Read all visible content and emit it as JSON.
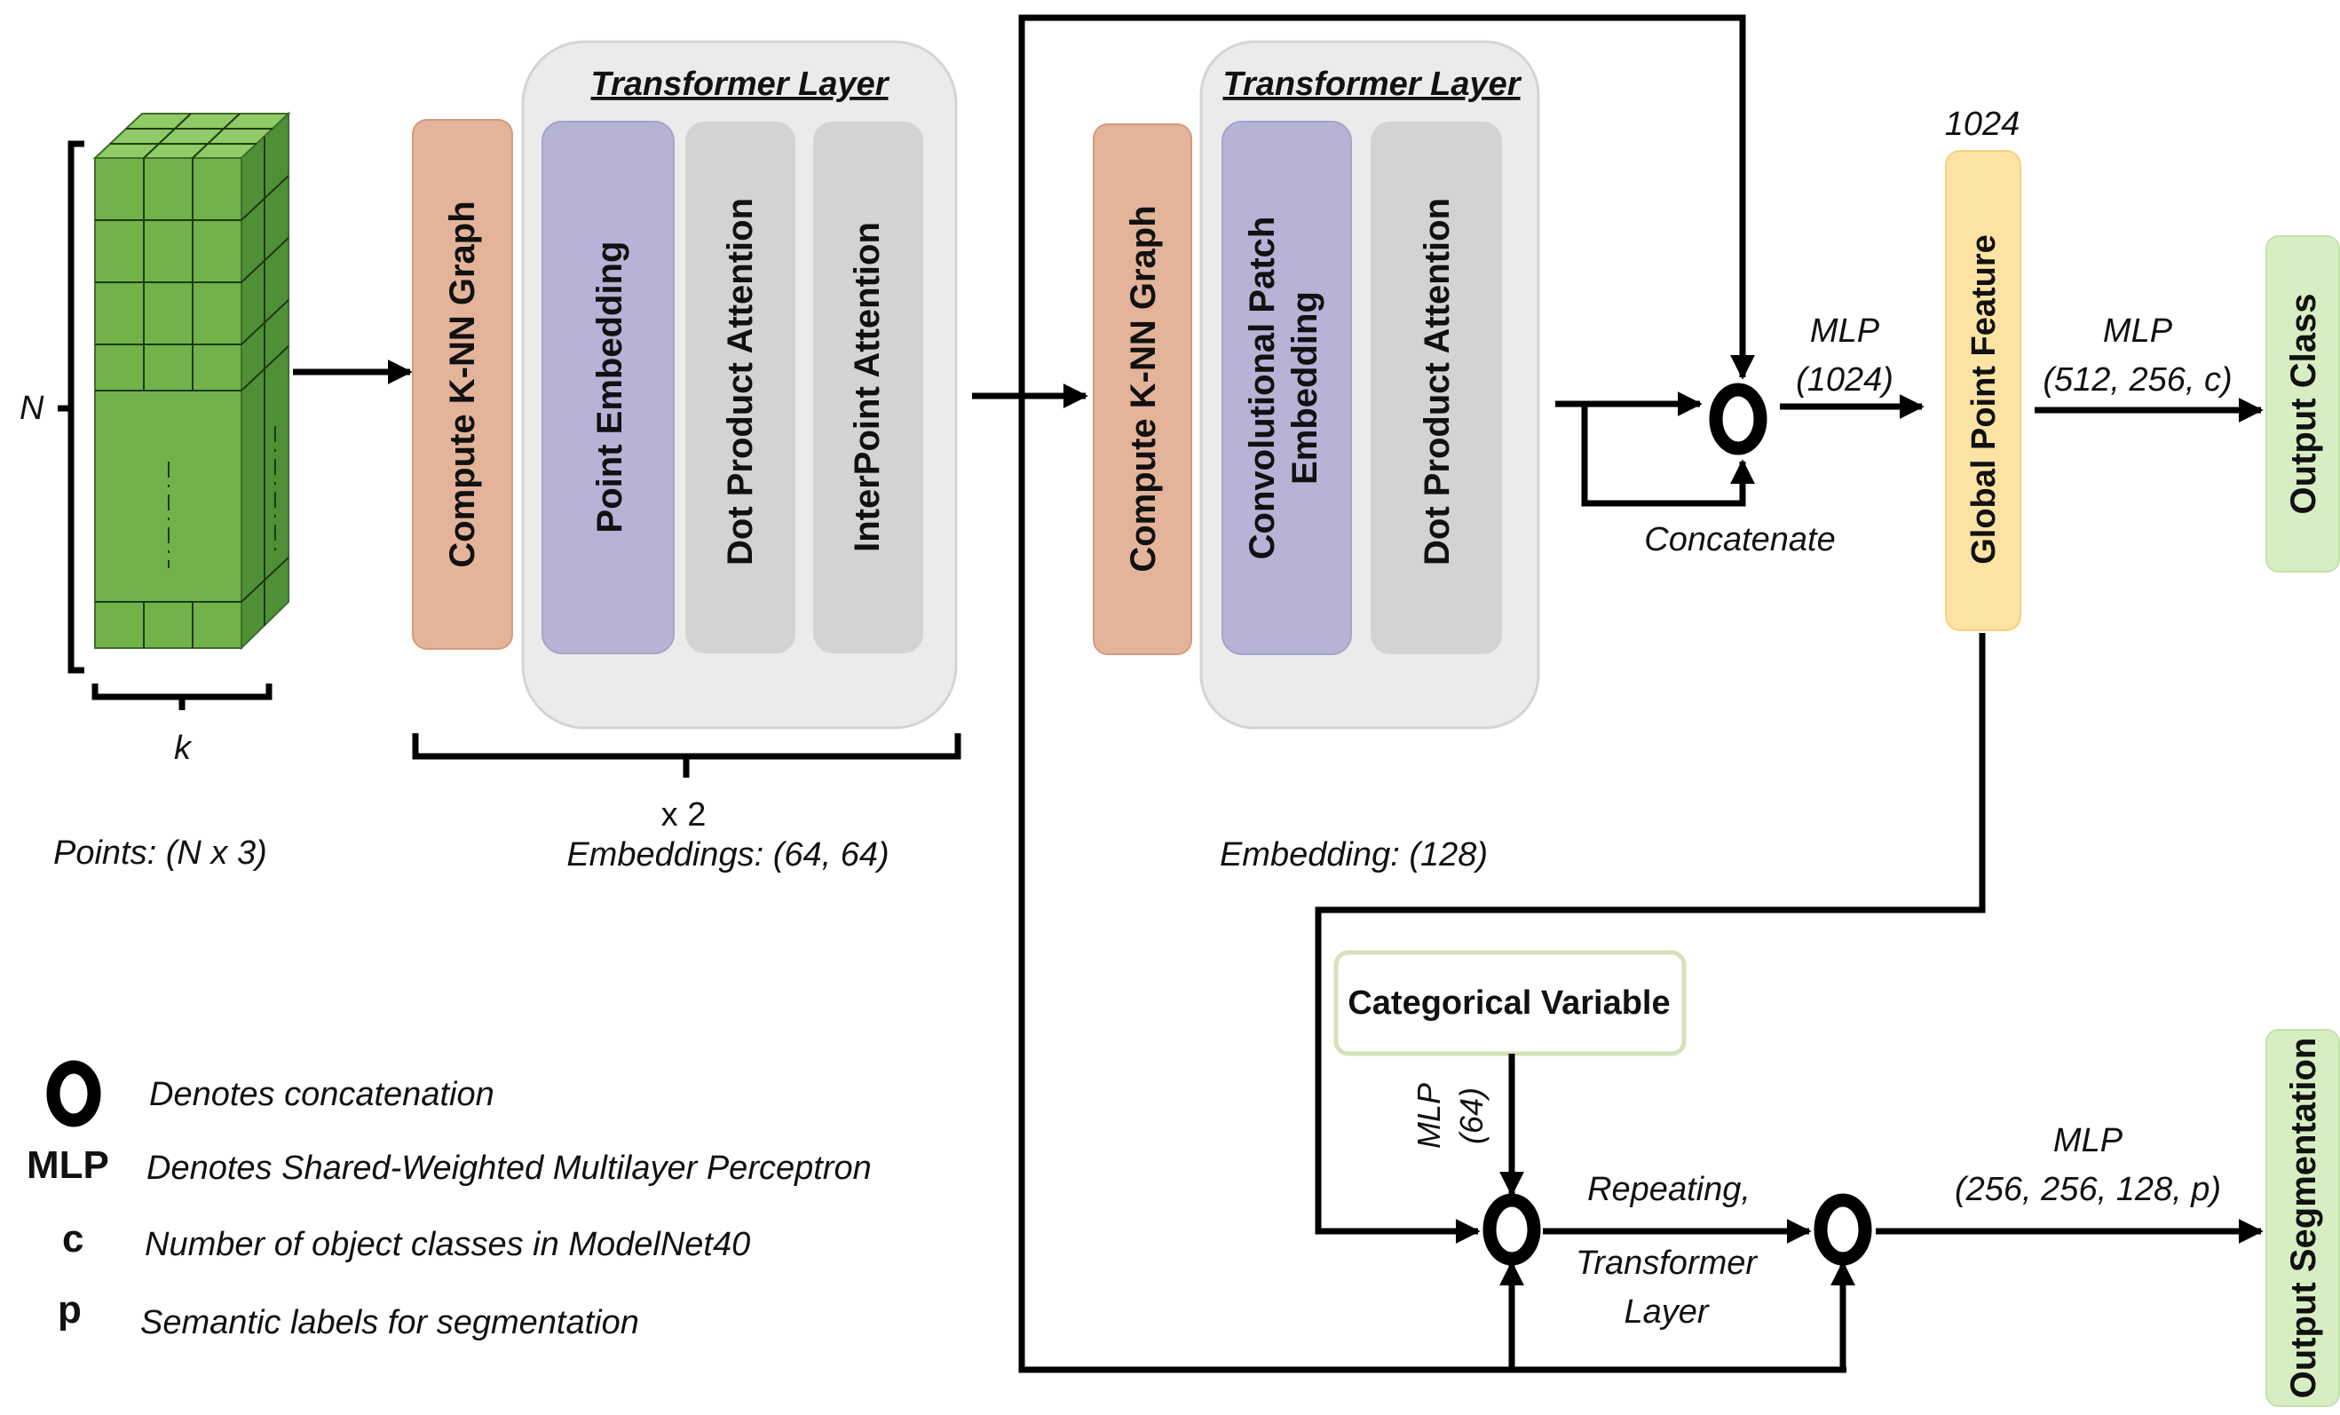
{
  "input": {
    "dim_n": "N",
    "dim_k": "k",
    "caption": "Points: (N x 3)"
  },
  "block1": {
    "title": "Transformer Layer",
    "knn": "Compute K-NN Graph",
    "point_embedding": "Point Embedding",
    "dot_attention": "Dot Product Attention",
    "interpoint_attention": "InterPoint Attention",
    "repeat": "x 2",
    "caption": "Embeddings: (64, 64)"
  },
  "block2": {
    "title": "Transformer Layer",
    "knn": "Compute K-NN Graph",
    "conv_patch_line1": "Convolutional Patch",
    "conv_patch_line2": "Embedding",
    "dot_attention": "Dot Product Attention",
    "caption": "Embedding: (128)"
  },
  "concat_label": "Concatenate",
  "mlp1": {
    "line1": "MLP",
    "line2": "(1024)"
  },
  "global_feature": {
    "size": "1024",
    "label": "Global Point Feature"
  },
  "mlp2": {
    "line1": "MLP",
    "line2": "(512, 256, c)"
  },
  "output_class": "Output Class",
  "categorical": "Categorical Variable",
  "mlp_cat": {
    "line1": "MLP",
    "line2": "(64)"
  },
  "repeating": {
    "line1": "Repeating,",
    "line2": "Transformer",
    "line3": "Layer"
  },
  "mlp3": {
    "line1": "MLP",
    "line2": "(256, 256, 128, p)"
  },
  "output_seg": "Output Segmentation",
  "legend": {
    "concat_desc": "Denotes concatenation",
    "mlp_key": "MLP",
    "mlp_desc": "Denotes Shared-Weighted Multilayer Perceptron",
    "c_key": "c",
    "c_desc": "Number of object classes in ModelNet40",
    "p_key": "p",
    "p_desc": "Semantic labels for segmentation"
  },
  "colors": {
    "knn": "#e4b49a",
    "embedding": "#b6b3d6",
    "attention": "#d3d3d3",
    "transformer_bg": "#ebebeb",
    "global": "#fde3a3",
    "output": "#d7eec3",
    "categorical_border": "#d6e1b8",
    "cube_front": "#72b24a",
    "cube_top": "#8fcb66",
    "cube_side": "#4f9036"
  }
}
